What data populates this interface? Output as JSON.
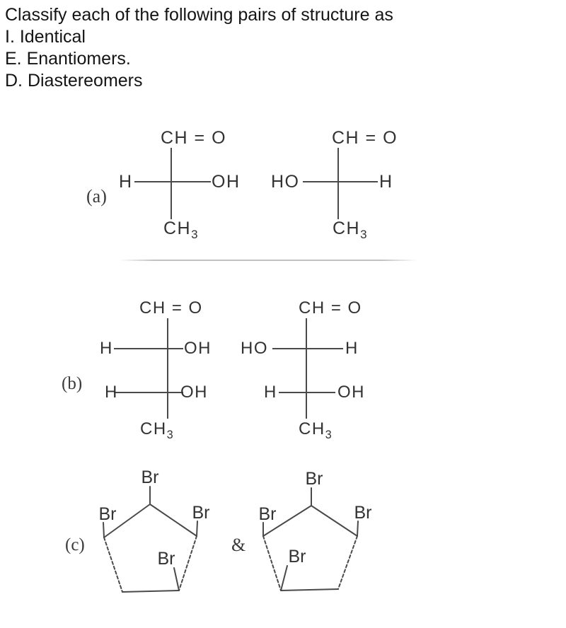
{
  "header": {
    "question": "Classify each of the following pairs of structure as",
    "option_identical": "I. Identical",
    "option_enantiomers": "E. Enantiomers.",
    "option_diastereomers": "D. Diastereomers"
  },
  "structures": {
    "a": {
      "label": "(a)",
      "left": {
        "top": "CH = O",
        "mid_left": "H",
        "mid_right": "OH",
        "bottom_base": "CH",
        "bottom_sub": "3"
      },
      "right": {
        "top": "CH = O",
        "mid_left": "HO",
        "mid_right": "H",
        "bottom_base": "CH",
        "bottom_sub": "3"
      }
    },
    "b": {
      "label": "(b)",
      "left": {
        "top": "CH = O",
        "row1_left": "H",
        "row1_right": "OH",
        "row2_left": "H",
        "row2_right": "OH",
        "bottom_base": "CH",
        "bottom_sub": "3"
      },
      "right": {
        "top": "CH = O",
        "row1_left": "HO",
        "row1_right": "H",
        "row2_left": "H",
        "row2_right": "OH",
        "bottom_base": "CH",
        "bottom_sub": "3"
      }
    },
    "c": {
      "label": "(c)",
      "separator": "&",
      "left": {
        "br_top": "Br",
        "br_left": "Br",
        "br_right": "Br",
        "br_inner": "Br"
      },
      "right": {
        "br_top": "Br",
        "br_left": "Br",
        "br_right": "Br",
        "br_inner": "Br"
      }
    }
  },
  "colors": {
    "heading": "#141414",
    "text": "#333333",
    "bond": "#4a4a4a",
    "divider": "#c9c9c9"
  }
}
